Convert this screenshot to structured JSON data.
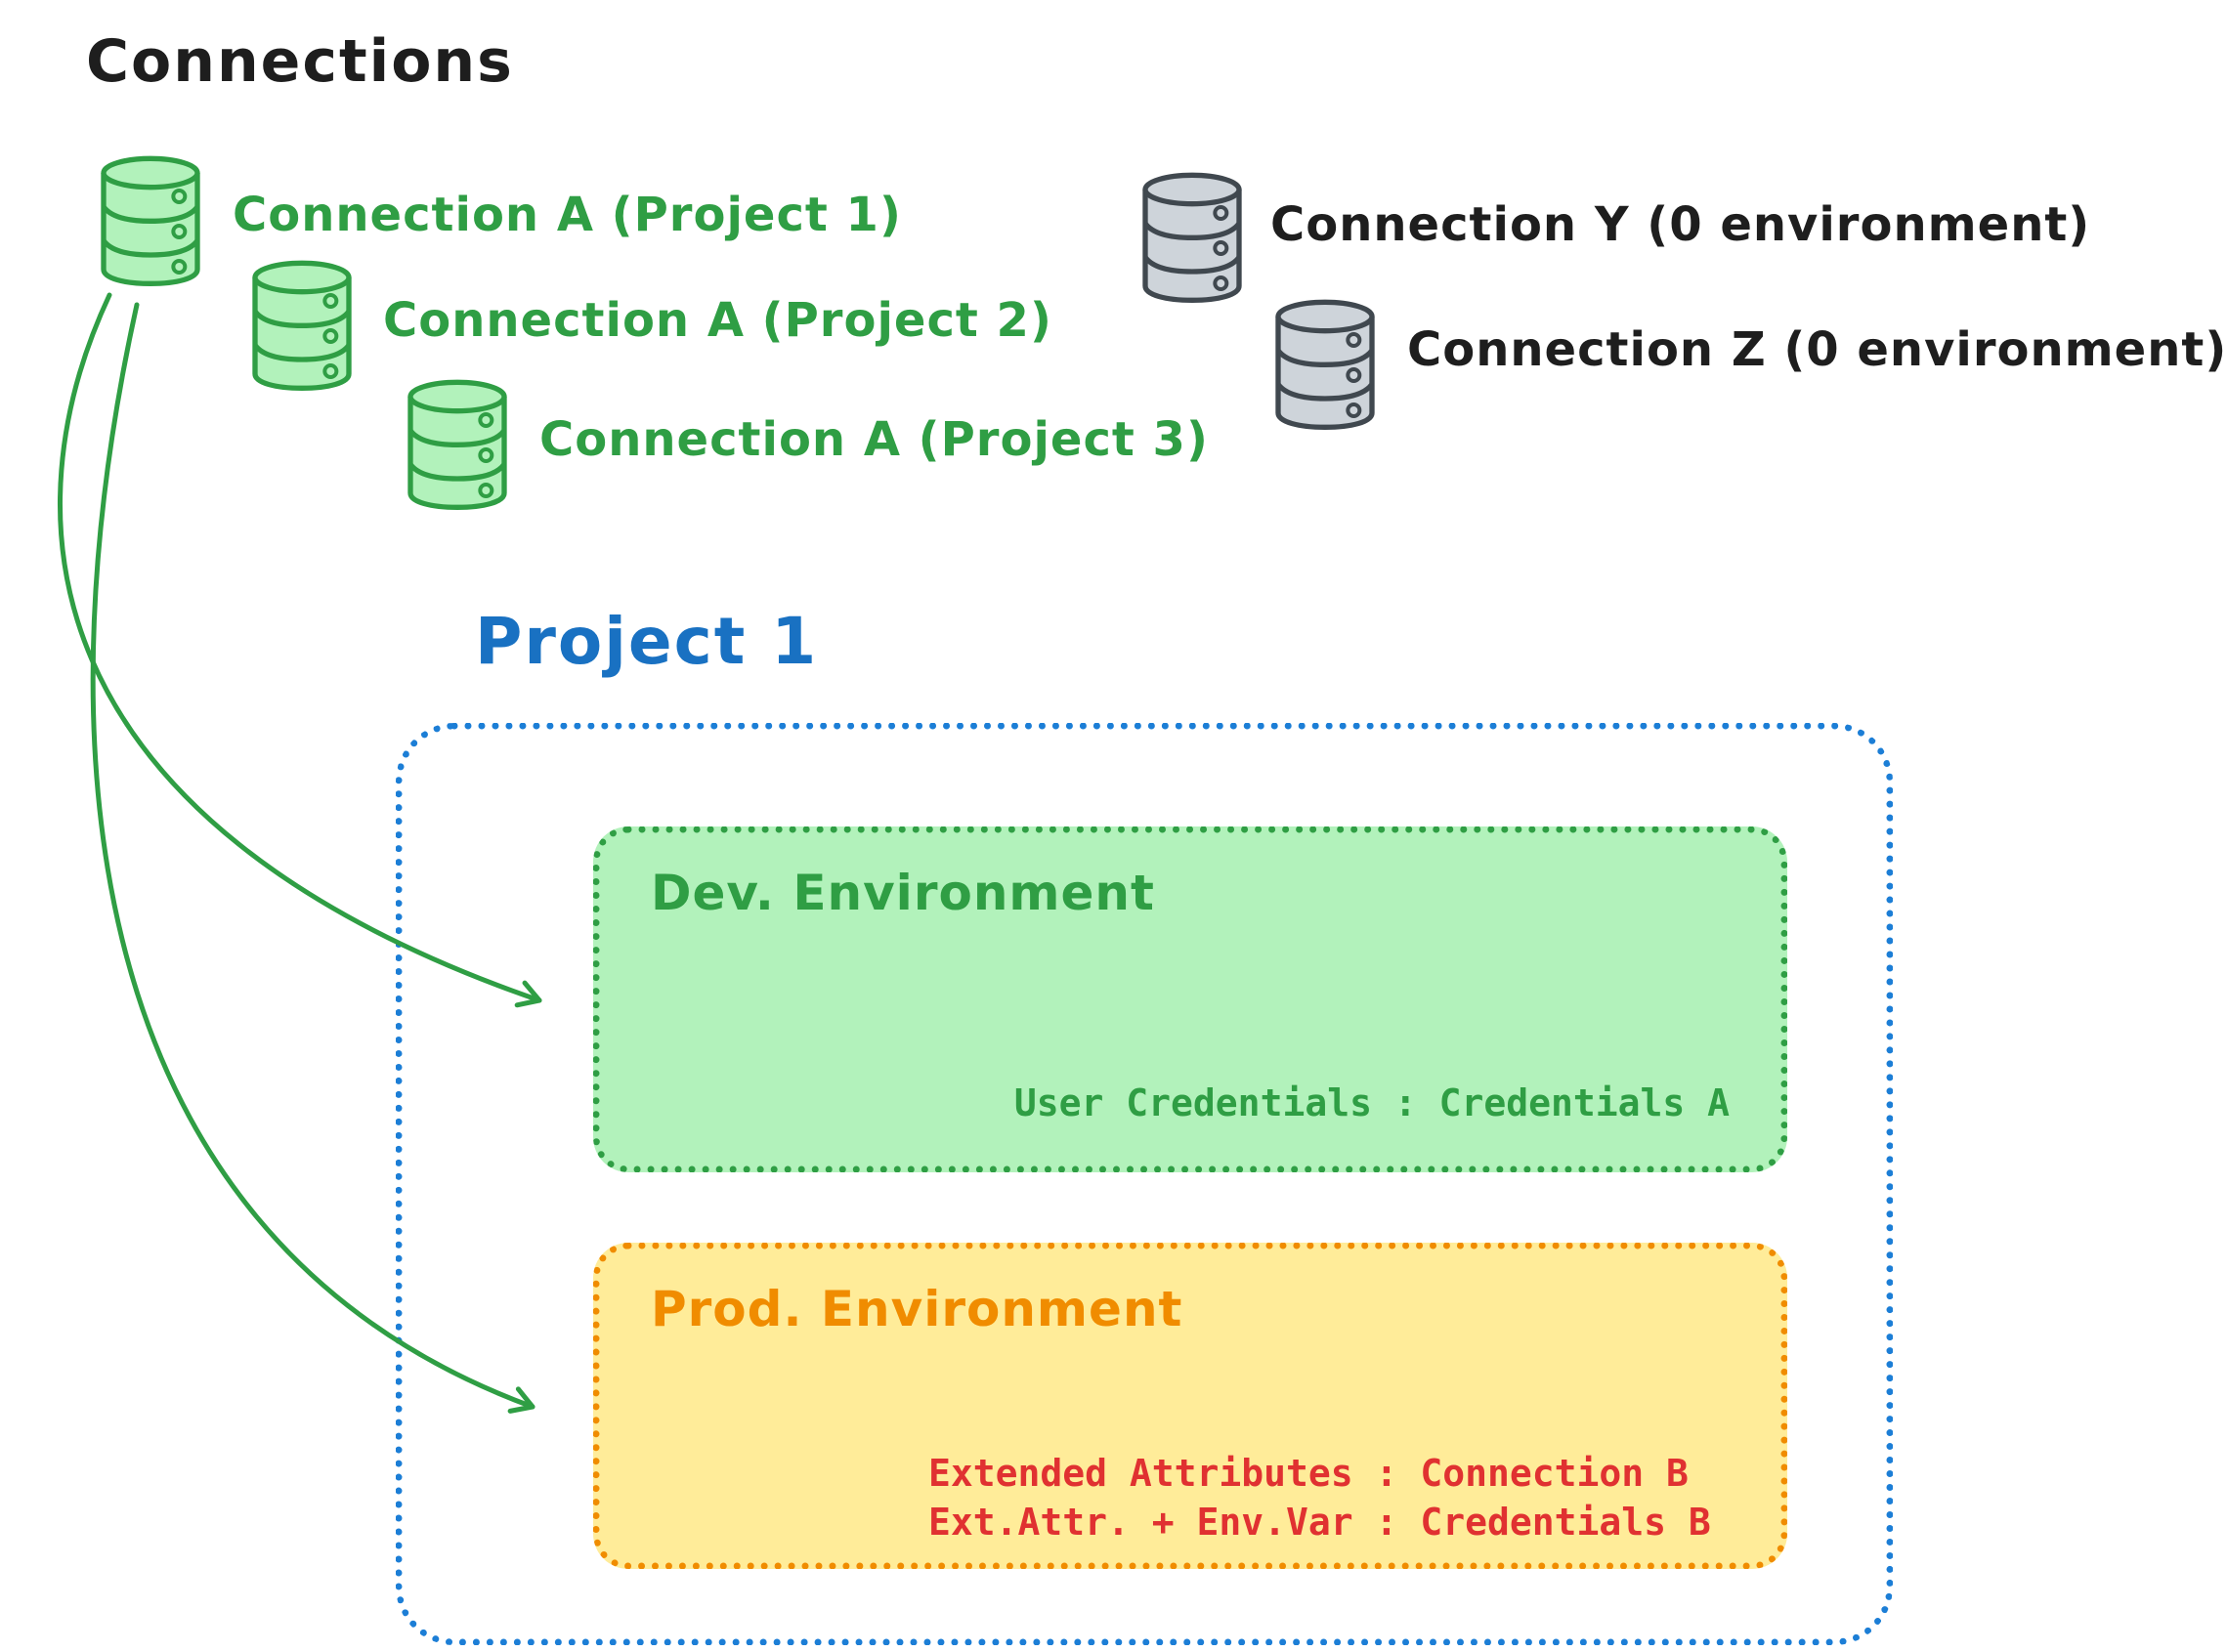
{
  "title": "Connections",
  "connections": {
    "green": [
      {
        "label": "Connection A (Project 1)",
        "icon": "database-icon"
      },
      {
        "label": "Connection A (Project 2)",
        "icon": "database-icon"
      },
      {
        "label": "Connection A (Project 3)",
        "icon": "database-icon"
      }
    ],
    "gray": [
      {
        "label": "Connection Y (0 environment)",
        "icon": "database-icon"
      },
      {
        "label": "Connection Z (0 environment)",
        "icon": "database-icon"
      }
    ]
  },
  "project": {
    "title": "Project 1",
    "dev_environment": {
      "title": "Dev. Environment",
      "user_credentials": "User Credentials : Credentials A"
    },
    "prod_environment": {
      "title": "Prod. Environment",
      "lines": [
        "Extended Attributes : Connection B",
        "Ext.Attr. + Env.Var : Credentials B"
      ]
    }
  },
  "colors": {
    "green": "#2f9e44",
    "green_fill": "#b2f2bb",
    "gray_stroke": "#40484f",
    "gray_fill": "#ced4da",
    "blue_border": "#1c7ed6",
    "blue_title": "#1971c2",
    "orange": "#f08c00",
    "orange_fill": "#ffec99",
    "red": "#e03131",
    "text": "#1e1e1e"
  }
}
